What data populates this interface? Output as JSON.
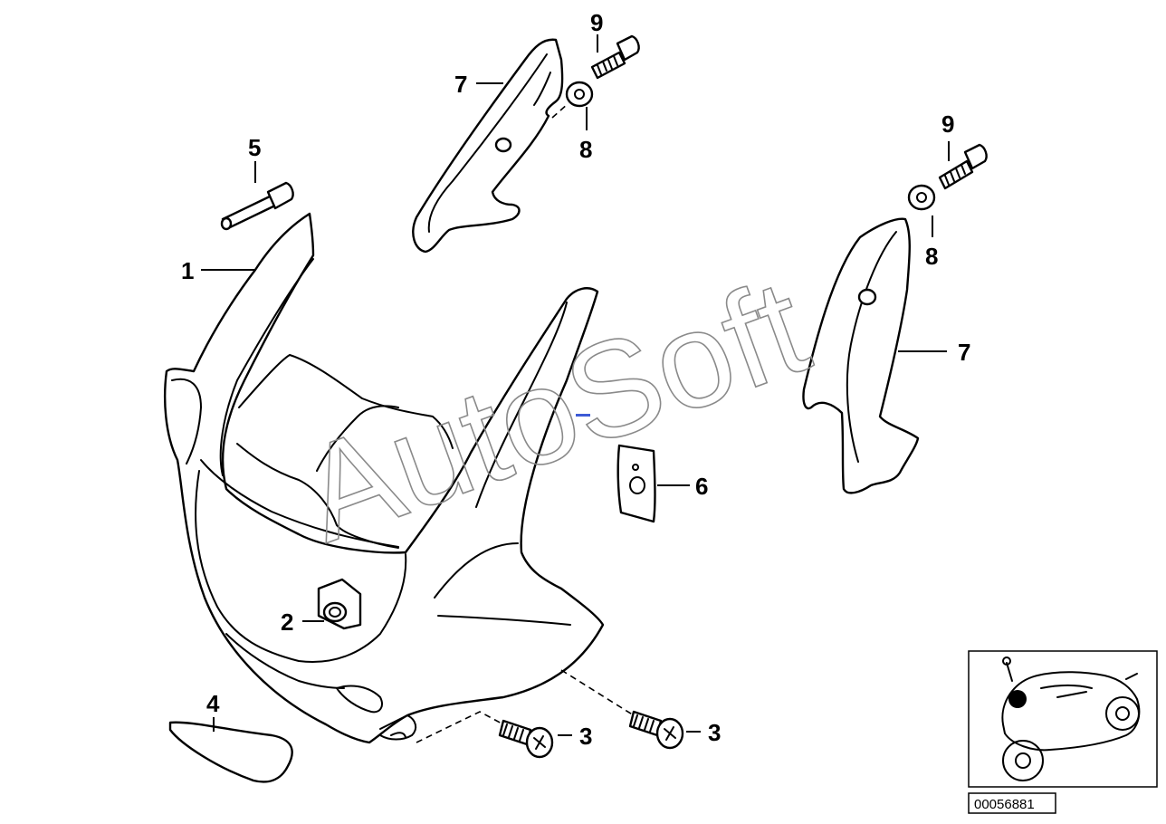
{
  "watermark": "AutoSoft",
  "reference_number": "00056881",
  "callouts": {
    "c1": "1",
    "c2": "2",
    "c3a": "3",
    "c3b": "3",
    "c4": "4",
    "c5": "5",
    "c6": "6",
    "c7a": "7",
    "c7b": "7",
    "c8a": "8",
    "c8b": "8",
    "c9a": "9",
    "c9b": "9"
  },
  "thumbnail": {
    "marker_color": "#000000"
  }
}
